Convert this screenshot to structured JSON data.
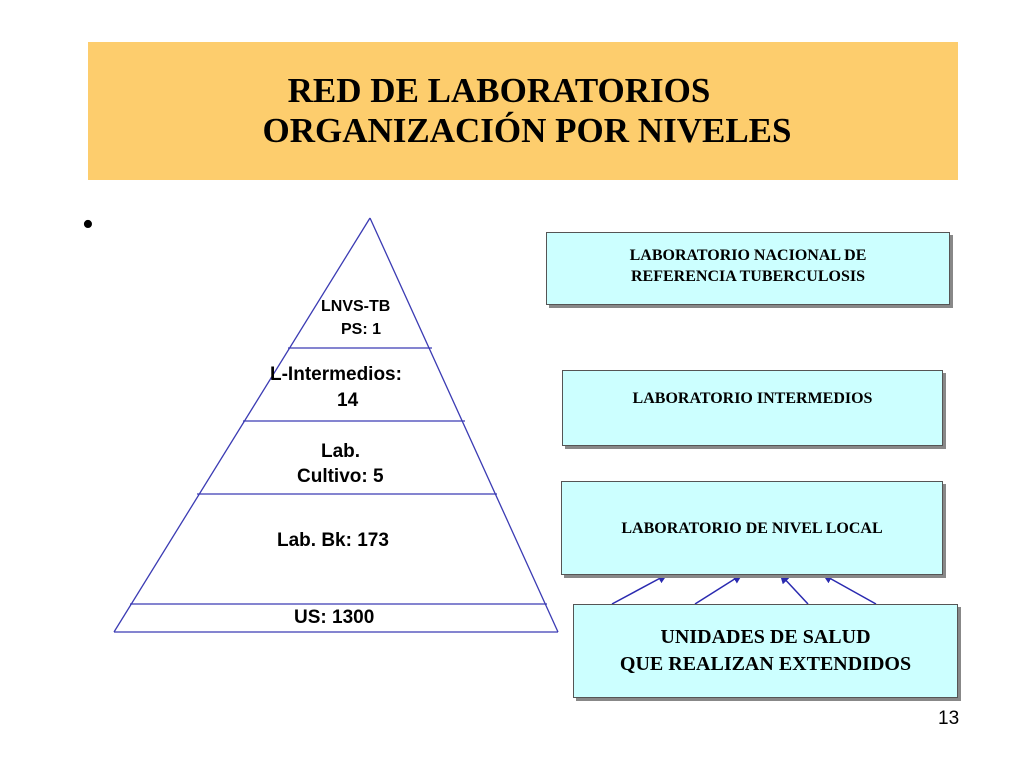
{
  "title": {
    "line1": "RED DE LABORATORIOS",
    "line2": "ORGANIZACIÓN POR NIVELES"
  },
  "bullet": "•",
  "pyramid": {
    "levels": [
      {
        "name": "LNVS-TB",
        "value": "PS: 1"
      },
      {
        "name": "L-Intermedios:",
        "value": "14"
      },
      {
        "name": "Lab.",
        "value": "Cultivo: 5"
      },
      {
        "name": "Lab. Bk: 173"
      },
      {
        "name": "US: 1300"
      }
    ]
  },
  "boxes": {
    "nacional": {
      "line1": "LABORATORIO NACIONAL DE",
      "line2": "REFERENCIA  TUBERCULOSIS"
    },
    "intermedios": "LABORATORIO INTERMEDIOS",
    "local": "LABORATORIO DE NIVEL LOCAL",
    "unidades": {
      "line1": "UNIDADES DE SALUD",
      "line2": "QUE REALIZAN EXTENDIDOS"
    }
  },
  "colors": {
    "title_banner": "#fdcd6d",
    "box_fill": "#ccffff",
    "pyramid_line": "#3b3bb3",
    "arrow": "#2a2ab0"
  },
  "page_number": "13"
}
